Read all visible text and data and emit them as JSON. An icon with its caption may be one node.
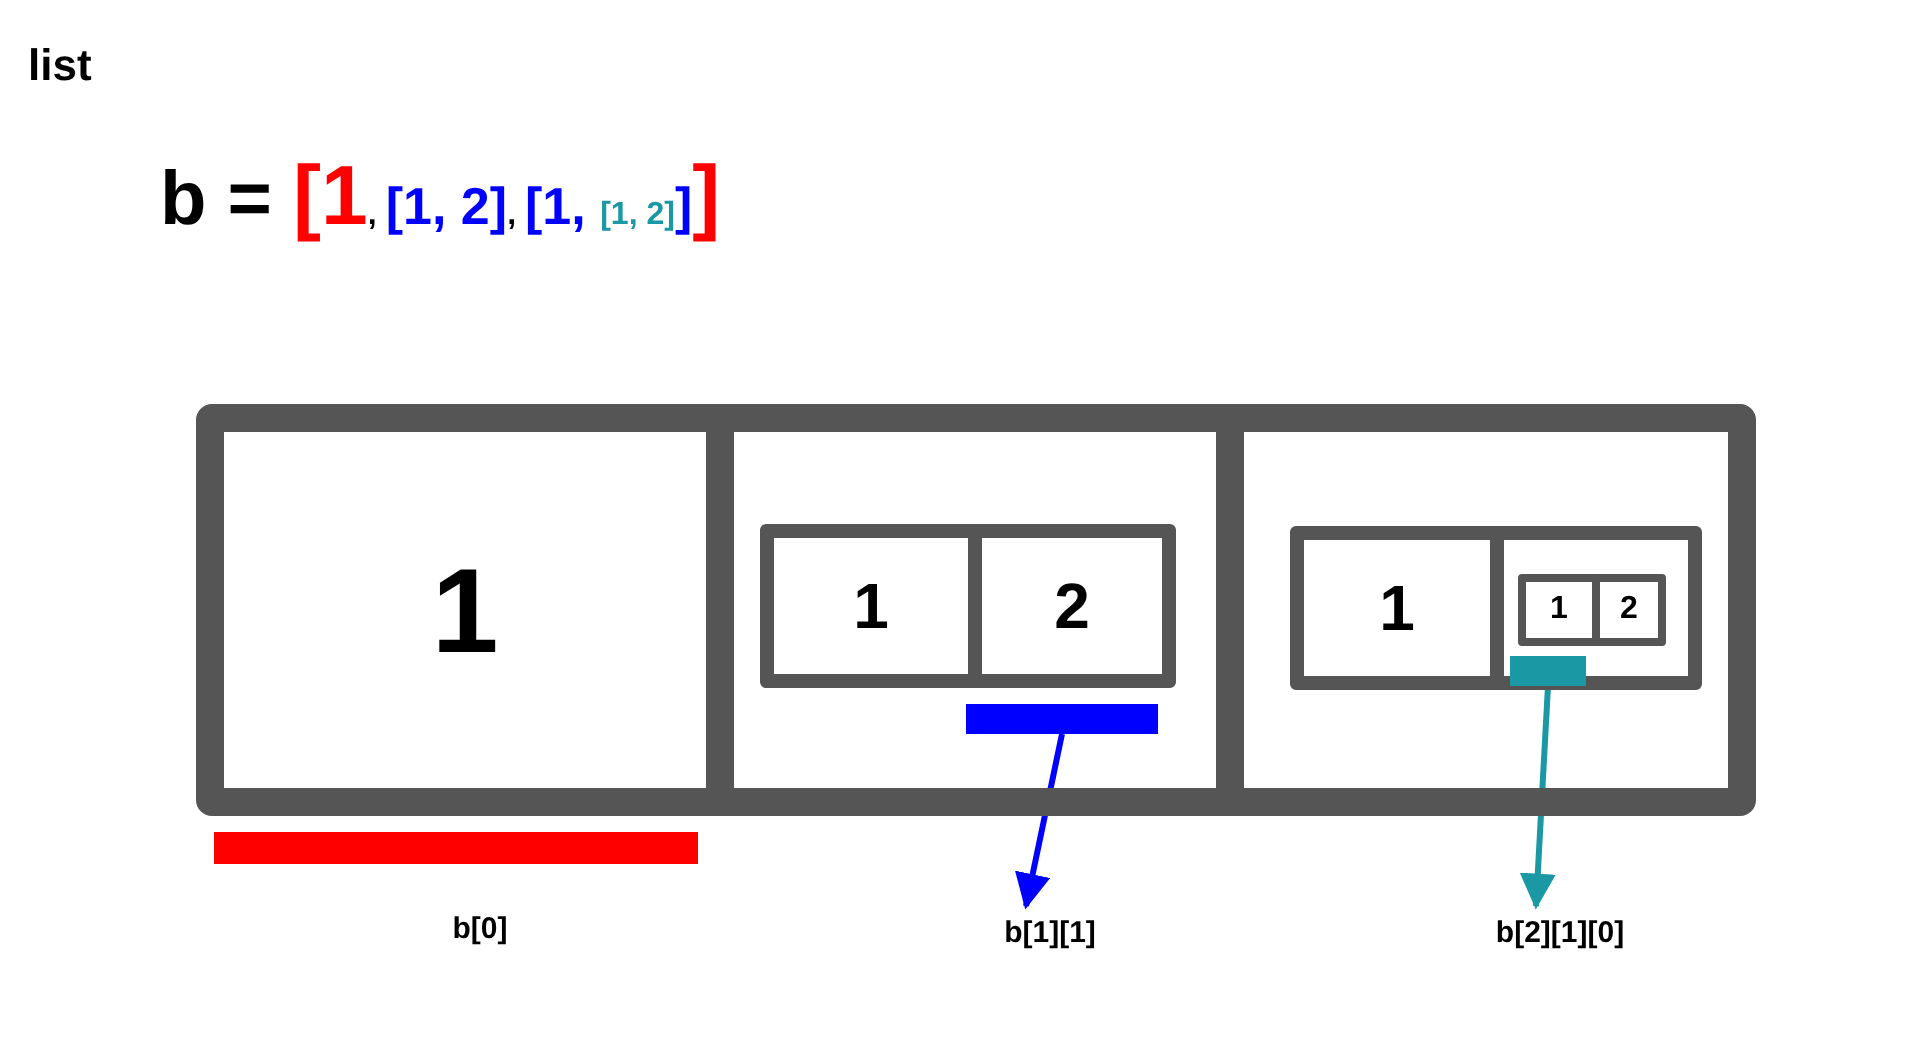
{
  "diagram": {
    "title": "list",
    "nodes": [
      {
        "text": [],
        "shape": "box"
      },
      {
        "text": [
          "1"
        ],
        "in": 0
      },
      {
        "text": [],
        "shape": "box",
        "in": 0
      },
      {
        "text": [],
        "shape": "box",
        "in": 2
      },
      {
        "text": [
          "1"
        ],
        "in": 3
      },
      {
        "text": [
          "2"
        ],
        "in": 3
      },
      {
        "text": [],
        "shape": "box",
        "in": 0
      },
      {
        "text": [],
        "shape": "box",
        "in": 6
      },
      {
        "text": [
          "1"
        ],
        "in": 7
      },
      {
        "text": [],
        "shape": "box",
        "in": 7
      },
      {
        "text": [],
        "shape": "box",
        "in": 9
      },
      {
        "text": [
          "1"
        ],
        "in": 10
      },
      {
        "text": [
          "2"
        ],
        "in": 10
      },
      {
        "text": [],
        "shape": "bar"
      },
      {
        "text": [],
        "shape": "bar",
        "in": 2
      },
      {
        "text": [
          "b[1][1]"
        ]
      },
      {
        "text": [],
        "shape": "bar",
        "in": 7
      },
      {
        "text": [
          "b[2][1][0]"
        ]
      }
    ],
    "edges": [
      {
        "from": 14,
        "to": 15,
        "arrow": "to",
        "color": "#0000ff"
      },
      {
        "from": 16,
        "to": 17,
        "arrow": "to",
        "color": "#1a98a4"
      }
    ],
    "labels": [
      "b = [1, [1, 2], [1, [1, 2]]]",
      "b[0]"
    ]
  }
}
